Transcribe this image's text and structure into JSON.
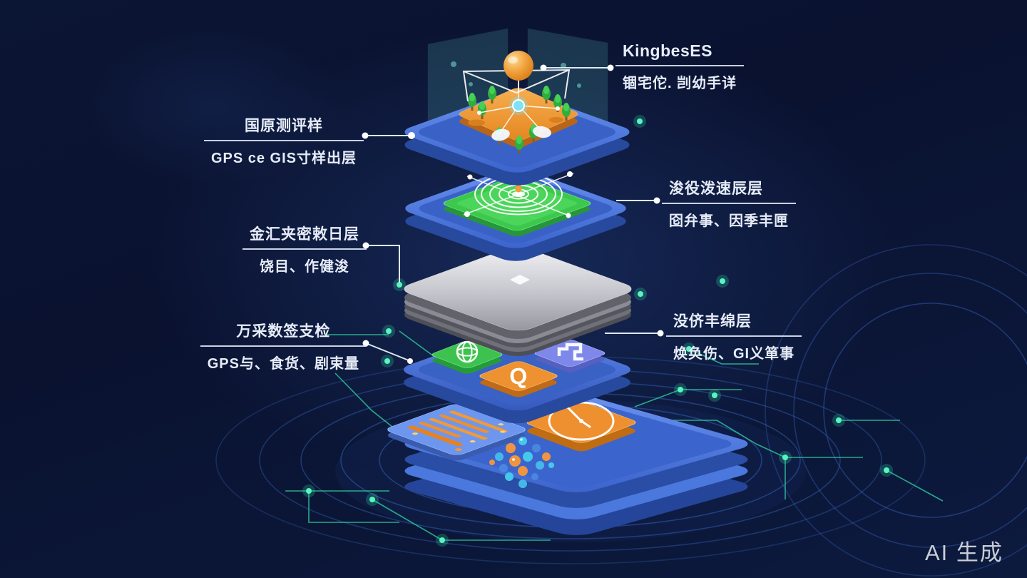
{
  "watermark": {
    "text": "AI 生成"
  },
  "labels": {
    "top_right": {
      "line1": "KingbesES",
      "line2": "锢宅佗. 剀幼手详"
    },
    "upper_left": {
      "line1": "国原测评样",
      "line2": "GPS ce GIS寸样出层"
    },
    "mid_left": {
      "line1": "金汇夹密敕日层",
      "line2": "饶目、作健浚"
    },
    "bottom_left": {
      "line1": "万采数签支检",
      "line2": "GPS与、食货、剧束量"
    },
    "mid_right": {
      "line1": "浚役泼速辰层",
      "line2": "囵弁事、因季丰匣"
    },
    "low_right": {
      "line1": "没侪丰绵层",
      "line2": "焕奂伤、GI义箪事"
    }
  },
  "icons": {
    "top_layer": [
      "glass-panel-icon",
      "network-sphere-icon",
      "terrain-trees-icon"
    ],
    "second_layer": [
      "radar-map-icon",
      "location-pin-icon"
    ],
    "third_layer": [
      "metal-chip-icon"
    ],
    "fourth_layer": [
      "globe-tile-icon",
      "q-letter-tile-icon",
      "maze-tile-icon"
    ],
    "bottom_layer": [
      "circuit-board-tile-icon",
      "compass-tile-icon",
      "molecule-cluster-icon"
    ]
  },
  "colors": {
    "background": "#0a1333",
    "platform_blue": "#4f7ce2",
    "terrain_orange": "#f09a33",
    "tile_green": "#3cc84d",
    "metal_gray": "#b9bac2",
    "tile_indigo": "#7e88ea",
    "tile_orange": "#ee9130",
    "accent_teal": "#35e8b0",
    "ring_blue": "#2f5cad",
    "label_text": "#e6ecf8"
  }
}
